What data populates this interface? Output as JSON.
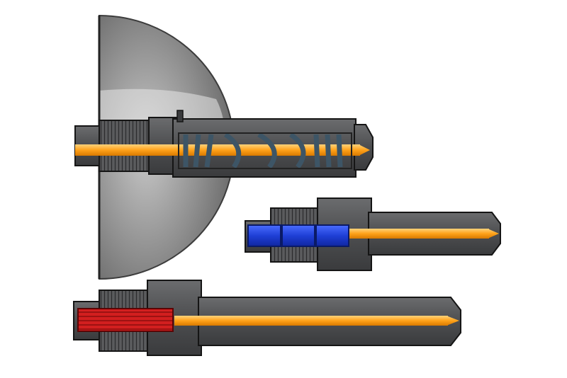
{
  "diagram": {
    "background": "#ffffff",
    "components": [
      {
        "id": "nozzle-dome-spiral",
        "insert": "spiral",
        "insert_color": "#3d5566"
      },
      {
        "id": "nozzle-blue-insert",
        "insert": "segmented",
        "insert_color": "#1f3fd6"
      },
      {
        "id": "nozzle-red-heater",
        "insert": "coil-heater",
        "insert_color": "#d21f1f"
      }
    ],
    "colors": {
      "body": "#4d4e50",
      "body_light": "#6b6c6e",
      "outline": "#151515",
      "melt_channel": "#ffa21a",
      "melt_highlight": "#ffd27a",
      "dome_glass": "#9a9a9a"
    }
  }
}
